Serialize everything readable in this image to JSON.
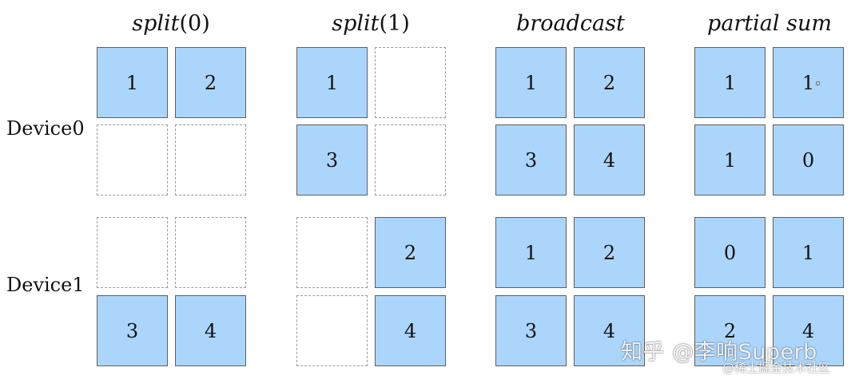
{
  "columns": [
    {
      "title_name": "split",
      "title_arg": "(0)",
      "device0": [
        [
          "1",
          "2"
        ],
        [
          null,
          null
        ]
      ],
      "device1": [
        [
          null,
          null
        ],
        [
          "3",
          "4"
        ]
      ]
    },
    {
      "title_name": "split",
      "title_arg": "(1)",
      "device0": [
        [
          "1",
          null
        ],
        [
          "3",
          null
        ]
      ],
      "device1": [
        [
          null,
          "2"
        ],
        [
          null,
          "4"
        ]
      ]
    },
    {
      "title_name": "broadcast",
      "title_arg": "",
      "device0": [
        [
          "1",
          "2"
        ],
        [
          "3",
          "4"
        ]
      ],
      "device1": [
        [
          "1",
          "2"
        ],
        [
          "3",
          "4"
        ]
      ]
    },
    {
      "title_name": "partial sum",
      "title_arg": "",
      "device0": [
        [
          "1",
          "1"
        ],
        [
          "1",
          "0"
        ]
      ],
      "device1": [
        [
          "0",
          "1"
        ],
        [
          "2",
          "4"
        ]
      ]
    }
  ],
  "devices": [
    "Device0",
    "Device1"
  ],
  "watermark": {
    "main": "知乎 @李响Superb",
    "sub": "@稀土掘金技术社区"
  },
  "colors": {
    "cell_fill": "#acd5fb",
    "cell_border": "#5f5f5f",
    "dashed_border": "#9a9a9a"
  }
}
